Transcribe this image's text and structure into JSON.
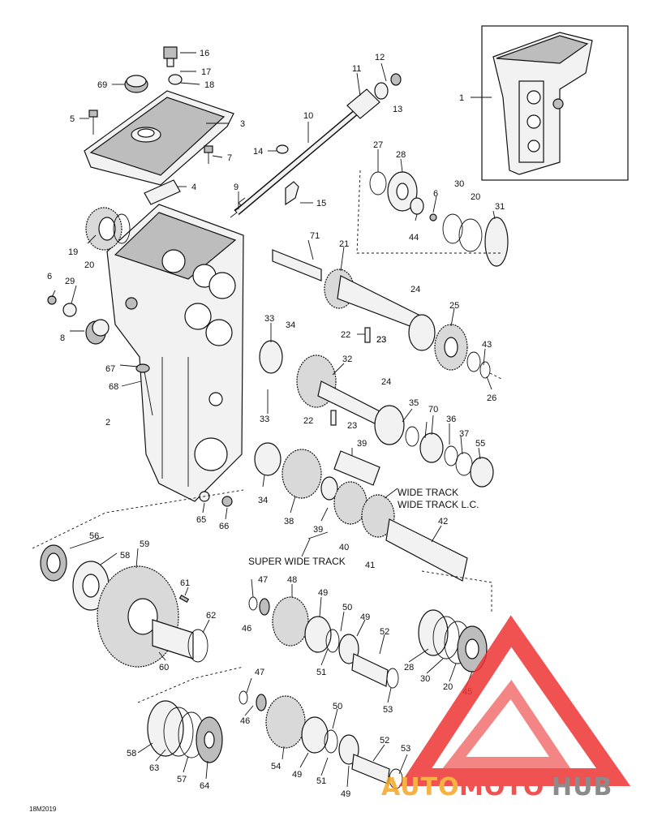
{
  "figure_code": "18M2019",
  "labels": [
    "1",
    "2",
    "3",
    "4",
    "5",
    "6",
    "7",
    "8",
    "9",
    "10",
    "11",
    "12",
    "13",
    "14",
    "15",
    "16",
    "17",
    "18",
    "19",
    "20",
    "21",
    "22",
    "23",
    "24",
    "25",
    "26",
    "27",
    "28",
    "29",
    "30",
    "31",
    "32",
    "33",
    "34",
    "35",
    "36",
    "37",
    "38",
    "39",
    "40",
    "41",
    "42",
    "43",
    "44",
    "45",
    "46",
    "47",
    "48",
    "49",
    "50",
    "51",
    "52",
    "53",
    "54",
    "55",
    "56",
    "57",
    "58",
    "59",
    "60",
    "61",
    "62",
    "63",
    "64",
    "65",
    "66",
    "67",
    "68",
    "69",
    "70",
    "71"
  ],
  "dup_labels": [
    "6",
    "20",
    "22",
    "23",
    "24",
    "28",
    "30",
    "33",
    "34",
    "39",
    "46",
    "47",
    "49",
    "50",
    "51",
    "52",
    "53",
    "58"
  ],
  "annotations": {
    "wide_track": "WIDE TRACK",
    "wide_track_lc": "WIDE TRACK L.C.",
    "super_wide_track": "SUPER WIDE TRACK"
  },
  "watermark": {
    "part1": "AUTO",
    "part2": "MOTO",
    "part3": "HUB",
    "color_red": "#ee3333",
    "color_orange": "#f5a623",
    "color_gray": "#777777"
  }
}
